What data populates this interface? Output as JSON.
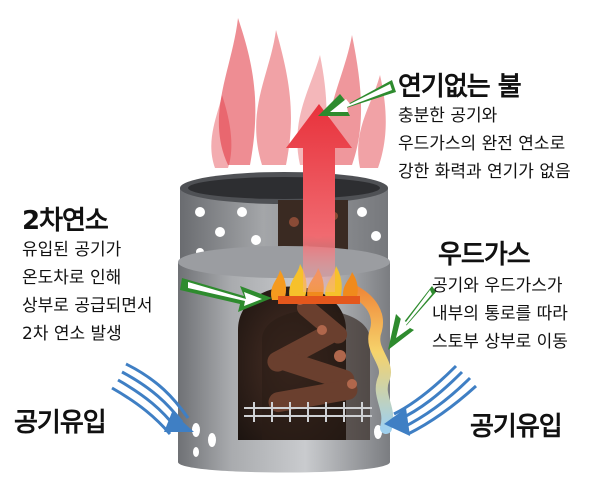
{
  "top_label": {
    "title": "연기없는 불",
    "lines": [
      "충분한 공기와",
      "우드가스의 완전 연소로",
      "강한 화력과 연기가 없음"
    ]
  },
  "left_label": {
    "title": "2차연소",
    "lines": [
      "유입된 공기가",
      "온도차로 인해",
      "상부로 공급되면서",
      "2차 연소 발생"
    ]
  },
  "right_label": {
    "title": "우드가스",
    "lines": [
      "공기와 우드가스가",
      "내부의 통로를 따라",
      "스토부 상부로 이동"
    ]
  },
  "air_in_left": "공기유입",
  "air_in_right": "공기유입",
  "colors": {
    "arrow_green": "#2e8b2e",
    "arrow_blue": "#3f7fc4",
    "flame_red": "#e0303a",
    "stove_gray": "#8d8f93"
  }
}
